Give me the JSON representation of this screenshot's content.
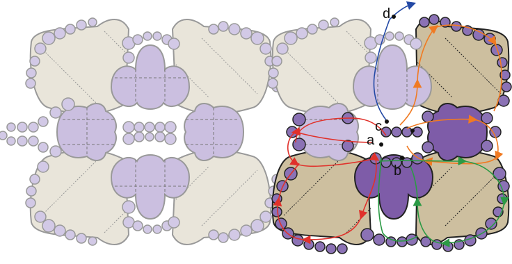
{
  "figure": {
    "labels": {
      "a": "a",
      "b": "b",
      "c": "c",
      "d": "d"
    }
  },
  "colors": {
    "background": "#ffffff",
    "tile_light": "#e9e5da",
    "tile_dark": "#cdbf9f",
    "blob_light": "#cbbfe0",
    "blob_dark": "#7e5ca8",
    "circle_light": "#d2c9e6",
    "circle_dark": "#8b72b5",
    "outline_light": "#999999",
    "outline_dark": "#222222",
    "path_red": "#e0312b",
    "path_orange": "#f07a22",
    "path_green": "#2b9a45",
    "path_blue": "#2349a5"
  },
  "legend": {
    "paths": [
      "red-loop",
      "orange-loop",
      "green-loop",
      "blue-arrow"
    ]
  }
}
